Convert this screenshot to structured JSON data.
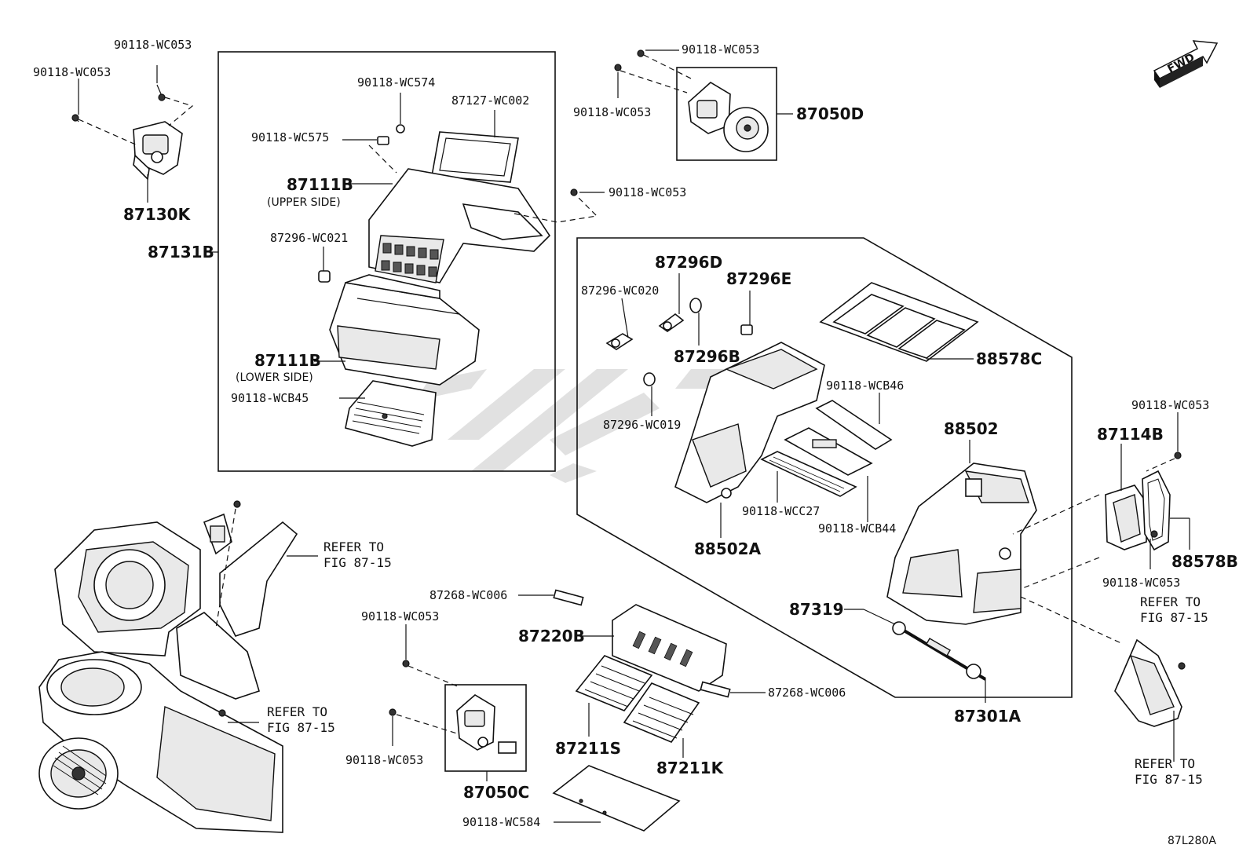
{
  "diagram": {
    "fwd_badge": "FWD",
    "code": "87L280A",
    "watermark_text": "",
    "refer_label_1": "REFER TO",
    "refer_fig_1": "FIG 87-15",
    "refer_label_2": "REFER TO",
    "refer_fig_2": "FIG 87-15",
    "refer_label_3": "REFER TO",
    "refer_fig_3": "FIG 87-15",
    "refer_label_4": "REFER TO",
    "refer_fig_4": "FIG 87-15"
  },
  "labels": {
    "p90118_wc053_a": "90118-WC053",
    "p90118_wc053_b": "90118-WC053",
    "p87130k": "87130K",
    "p87131b": "87131B",
    "p90118_wc574": "90118-WC574",
    "p87127_wc002": "87127-WC002",
    "p90118_wc575": "90118-WC575",
    "p87111b_upper": "87111B",
    "upper_side": "(UPPER SIDE)",
    "p87296_wc021": "87296-WC021",
    "p87111b_lower": "87111B",
    "lower_side": "(LOWER SIDE)",
    "p90118_wcb45": "90118-WCB45",
    "p90118_wc053_c": "90118-WC053",
    "p90118_wc053_d": "90118-WC053",
    "p87050d": "87050D",
    "p90118_wc053_e": "90118-WC053",
    "p87296d": "87296D",
    "p87296e": "87296E",
    "p87296_wc020": "87296-WC020",
    "p87296b": "87296B",
    "p88578c": "88578C",
    "p90118_wcb46": "90118-WCB46",
    "p87296_wc019": "87296-WC019",
    "p88502": "88502",
    "p90118_wcc27": "90118-WCC27",
    "p90118_wcb44": "90118-WCB44",
    "p88502a": "88502A",
    "p87319": "87319",
    "p87301a": "87301A",
    "p90118_wc053_f": "90118-WC053",
    "p87114b": "87114B",
    "p88578b": "88578B",
    "p90118_wc053_g": "90118-WC053",
    "p87268_wc006_a": "87268-WC006",
    "p90118_wc053_h": "90118-WC053",
    "p87220b": "87220B",
    "p87268_wc006_b": "87268-WC006",
    "p87211s": "87211S",
    "p87211k": "87211K",
    "p90118_wc053_i": "90118-WC053",
    "p87050c": "87050C",
    "p90118_wc584": "90118-WC584"
  }
}
